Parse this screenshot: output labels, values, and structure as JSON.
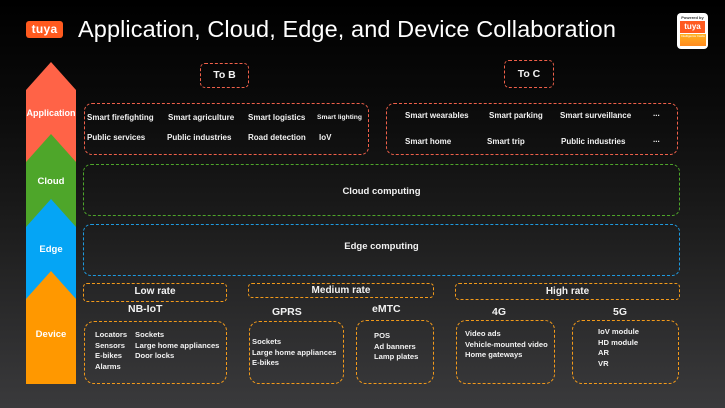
{
  "header": {
    "logo_text": "tuya",
    "title": "Application, Cloud, Edge, and Device Collaboration",
    "badge": {
      "top": "Powered by",
      "brand": "tuya",
      "bottom": "Intelligence Inside"
    }
  },
  "colors": {
    "application": "#ff6347",
    "cloud": "#4ea62a",
    "edge": "#05a5f5",
    "device": "#ff9800",
    "brand": "#ff5a1f"
  },
  "layers": [
    "Application",
    "Cloud",
    "Edge",
    "Device"
  ],
  "application": {
    "to_b": {
      "label": "To B",
      "row1": [
        "Smart firefighting",
        "Smart agriculture",
        "Smart logistics",
        "Smart lighting"
      ],
      "row2": [
        "Public services",
        "Public industries",
        "Road detection",
        "IoV"
      ]
    },
    "to_c": {
      "label": "To C",
      "row1": [
        "Smart wearables",
        "Smart parking",
        "Smart surveillance",
        "..."
      ],
      "row2": [
        "Smart home",
        "Smart trip",
        "Public industries",
        "..."
      ]
    }
  },
  "cloud": {
    "label": "Cloud computing"
  },
  "edge": {
    "label": "Edge computing"
  },
  "device": {
    "rates": [
      "Low rate",
      "Medium rate",
      "High rate"
    ],
    "networks": [
      {
        "name": "NB-IoT",
        "col1": [
          "Locators",
          "Sensors",
          "E-bikes",
          "Alarms"
        ],
        "col2": [
          "Sockets",
          "Large home appliances",
          "Door locks"
        ]
      },
      {
        "name": "GPRS",
        "items": [
          "Sockets",
          "Large home appliances",
          "E-bikes"
        ]
      },
      {
        "name": "eMTC",
        "items": [
          "POS",
          "Ad banners",
          "Lamp plates"
        ]
      },
      {
        "name": "4G",
        "items": [
          "Video ads",
          "Vehicle-mounted video",
          "Home gateways"
        ]
      },
      {
        "name": "5G",
        "items": [
          "IoV module",
          "HD module",
          "AR",
          "VR"
        ]
      }
    ]
  }
}
